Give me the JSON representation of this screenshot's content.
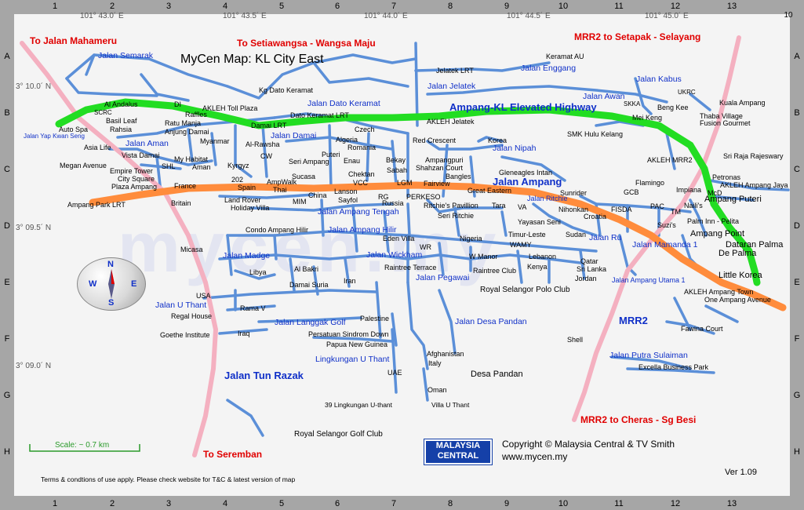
{
  "title": "MyCen Map: KL City East",
  "watermark": "mycen.my",
  "grid": {
    "columns": [
      "1",
      "2",
      "3",
      "4",
      "5",
      "6",
      "7",
      "8",
      "9",
      "10",
      "11",
      "12",
      "13"
    ],
    "columns_extra": "10",
    "rows": [
      "A",
      "B",
      "C",
      "D",
      "E",
      "F",
      "G",
      "H"
    ]
  },
  "coords": {
    "lon": [
      "101° 43.0´ E",
      "101° 43.5´ E",
      "101° 44.0´ E",
      "101° 44.5´ E",
      "101° 45.0´ E"
    ],
    "lat": [
      "3° 10.0´ N",
      "3° 09.5´ N",
      "3° 09.0´ N"
    ]
  },
  "directions": {
    "mahameru": "To Jalan Mahameru",
    "setiawangsa": "To Setiawangsa - Wangsa Maju",
    "mrr2_setapak": "MRR2 to Setapak - Selayang",
    "seremban": "To Seremban",
    "mrr2_cheras": "MRR2 to Cheras - Sg Besi"
  },
  "highways": {
    "akleh": "Ampang-KL Elevated Highway",
    "jalan_ampang": "Jalan Ampang",
    "tun_razak": "Jalan Tun Razak",
    "mrr2": "MRR2"
  },
  "roads": {
    "semarak": "Jalan Semarak",
    "jelatek": "Jalan Jelatek",
    "enggang": "Jalan Enggang",
    "kabus": "Jalan Kabus",
    "awan": "Jalan Awan",
    "dato_keramat": "Jalan Dato Keramat",
    "damai": "Jalan Damai",
    "aman": "Jalan Aman",
    "yap_kwan_seng": "Jalan Yap Kwan Seng",
    "nipah": "Jalan Nipah",
    "ritchie": "Jalan Ritchie",
    "ampang_tengah": "Jalan Ampang Tengah",
    "ampang_hilir": "Jalan Ampang Hilir",
    "wickham": "Jalan Wickham",
    "madge": "Jalan Madge",
    "pegawai": "Jalan Pegawai",
    "u_thant": "Jalan U Thant",
    "langgak_golf": "Jalan Langgak Golf",
    "desa_pandan": "Jalan Desa Pandan",
    "lingkungan_u_thant": "Lingkungan U Thant",
    "ru": "Jalan Ru",
    "mamanda_1": "Jalan Mamanda 1",
    "ampang_utama_1": "Jalan Ampang Utama 1",
    "putra_sulaiman": "Jalan Putra Sulaiman"
  },
  "places": {
    "kampung_semarak": "",
    "keramat_au": "Keramat AU",
    "jelatek_lrt": "Jelatek LRT",
    "kg_dato_keramat": "Kg Dato Keramat",
    "akleh_toll": "AKLEH Toll Plaza",
    "damai_lrt": "Damai LRT",
    "dato_keramat_lrt": "Dato Keramat LRT",
    "akleh_jelatek": "AKLEH Jelatek",
    "al_andalus": "Al Andalus",
    "dl": "DI",
    "scrc": "SCRC",
    "basil_leaf": "Basil Leaf",
    "ratu_manja": "Ratu Manja",
    "auto_spa": "Auto Spa",
    "rahsia": "Rahsia",
    "anjung_damai": "Anjung Damai",
    "raffles": "Raffles",
    "asia_life": "Asia Life",
    "megan_avenue": "Megan Avenue",
    "vista_damai": "Vista Damai",
    "empire_tower": "Empire Tower",
    "city_square": "City Square",
    "plaza_ampang": "Plaza Ampang",
    "shl": "SHL",
    "my_habitat": "My Habitat",
    "aman": "Aman",
    "france": "France",
    "myanmar": "Myanmar",
    "al_rawsha": "Al-Rawsha",
    "kyrgyz": "Kyrgyz",
    "czech": "Czech",
    "algeria": "Algeria",
    "romania": "Romania",
    "cw": "CW",
    "seri_ampang": "Seri Ampang",
    "puteri": "Puteri",
    "red_crescent": "Red Crescent",
    "korea": "Korea",
    "enau": "Enau",
    "bekay": "Bekay",
    "sabah": "Sabah",
    "ampangpuri": "Ampangpuri",
    "shahzan_court": "Shahzan Court",
    "gleneagles": "Gleneagles Intan",
    "bangles": "Bangles",
    "great_eastern": "Great Eastern",
    "sunrider": "Sunrider",
    "britain": "Britain",
    "ampang_park_lrt": "Ampang Park LRT",
    "spain": "Spain",
    "land_rover": "Land Rover",
    "holiday_villa": "Holiday Villa",
    "n202": "202",
    "thai": "Thai",
    "ampwalk": "AmpWalk",
    "sucasa": "Sucasa",
    "mim": "MIM",
    "china": "China",
    "lanson": "Lanson",
    "chektan": "Chektan",
    "vcc": "VCC",
    "lgm": "LGM",
    "fairview": "Fairview",
    "sayfol": "Sayfol",
    "rg": "RG",
    "perkeso": "PERKESO",
    "russia": "Russia",
    "ritchies_pavilion": "Ritchie's Pavillion",
    "tara": "Tara",
    "va": "VA",
    "seri_ritchie": "Seri Ritchie",
    "nihonkan": "Nihonkan",
    "croatia": "Croatia",
    "fisda": "FISDA",
    "yayasan_seni": "Yayasan Seni",
    "gcb": "GCB",
    "flamingo": "Flamingo",
    "impiana": "Impiana",
    "mcd": "McD",
    "pac": "PAC",
    "tm": "TM",
    "nailis": "Naili's",
    "suzis": "Suzi's",
    "palm_inn": "Palm Inn - Pelita",
    "ampang_puteri": "Ampang Puteri",
    "petronas": "Petronas",
    "akleh_ampang_jaya": "AKLEH Ampang Jaya",
    "akleh_mrr2": "AKLEH MRR2",
    "sri_raja": "Sri Raja Rajeswary",
    "condo_ampang_hilir": "Condo Ampang Hilir",
    "eden_villa": "Eden Villa",
    "wr": "WR",
    "nigeria": "Nigeria",
    "timur_leste": "Timur-Leste",
    "sudan": "Sudan",
    "wamy": "WAMY",
    "w_manor": "W Manor",
    "lebanon": "Lebanon",
    "qatar": "Qatar",
    "kenya": "Kenya",
    "sri_lanka": "Sri Lanka",
    "jordan": "Jordan",
    "ampang_point": "Ampang Point",
    "dataran_palma": "Dataran Palma",
    "de_palma": "De Palma",
    "little_korea": "Little Korea",
    "micasa": "Micasa",
    "libya": "Libya",
    "al_bakri": "Al Bakri",
    "damai_suria": "Damai Suria",
    "iran": "Iran",
    "raintree_terrace": "Raintree Terrace",
    "raintree_club": "Raintree Club",
    "royal_selangor_polo": "Royal Selangor Polo Club",
    "akleh_ampang_town": "AKLEH Ampang Town",
    "one_ampang_avenue": "One Ampang Avenue",
    "usa": "USA",
    "rama_v": "Rama V",
    "regal_house": "Regal House",
    "palestine": "Palestine",
    "goethe": "Goethe Institute",
    "iraq": "Iraq",
    "persatuan": "Persatuan Sindrom Down",
    "papua": "Papua New Guinea",
    "afghanistan": "Afghanistan",
    "italy": "Italy",
    "uae": "UAE",
    "desa_pandan": "Desa Pandan",
    "oman": "Oman",
    "lingkungan39": "39 Lingkungan U-thant",
    "villa_u_thant": "Villa U Thant",
    "shell": "Shell",
    "fawina": "Fawina Court",
    "excella": "Excella Business Park",
    "royal_selangor_golf": "Royal Selangor Golf Club",
    "smk_hulu_kelang": "SMK Hulu Kelang",
    "skka": "SKKA",
    "ukrc": "UKRC",
    "beng_kee": "Beng Kee",
    "mei_keng": "Mei Keng",
    "kuala_ampang": "Kuala Ampang",
    "thaba_village": "Thaba Village",
    "fusion_gourmet": "Fusion Gourmet"
  },
  "scale": "Scale: ~ 0.7 km",
  "compass": {
    "n": "N",
    "s": "S",
    "e": "E",
    "w": "W"
  },
  "logo": {
    "line1": "MALAYSIA",
    "line2": "CENTRAL"
  },
  "copyright": {
    "line1": "Copyright © Malaysia Central & TV Smith",
    "line2": "www.mycen.my"
  },
  "terms": "Terms & condtions of use apply. Please check website for T&C & latest version of map",
  "version": "Ver 1.09",
  "colors": {
    "frame": "#a6a6a6",
    "road": "#5b8fd8",
    "highway_akleh": "#22dd22",
    "jalan_ampang": "#ff8c3c",
    "tun_razak": "#f4b0c0",
    "label_blue": "#1030c8",
    "label_red": "#e00000"
  }
}
